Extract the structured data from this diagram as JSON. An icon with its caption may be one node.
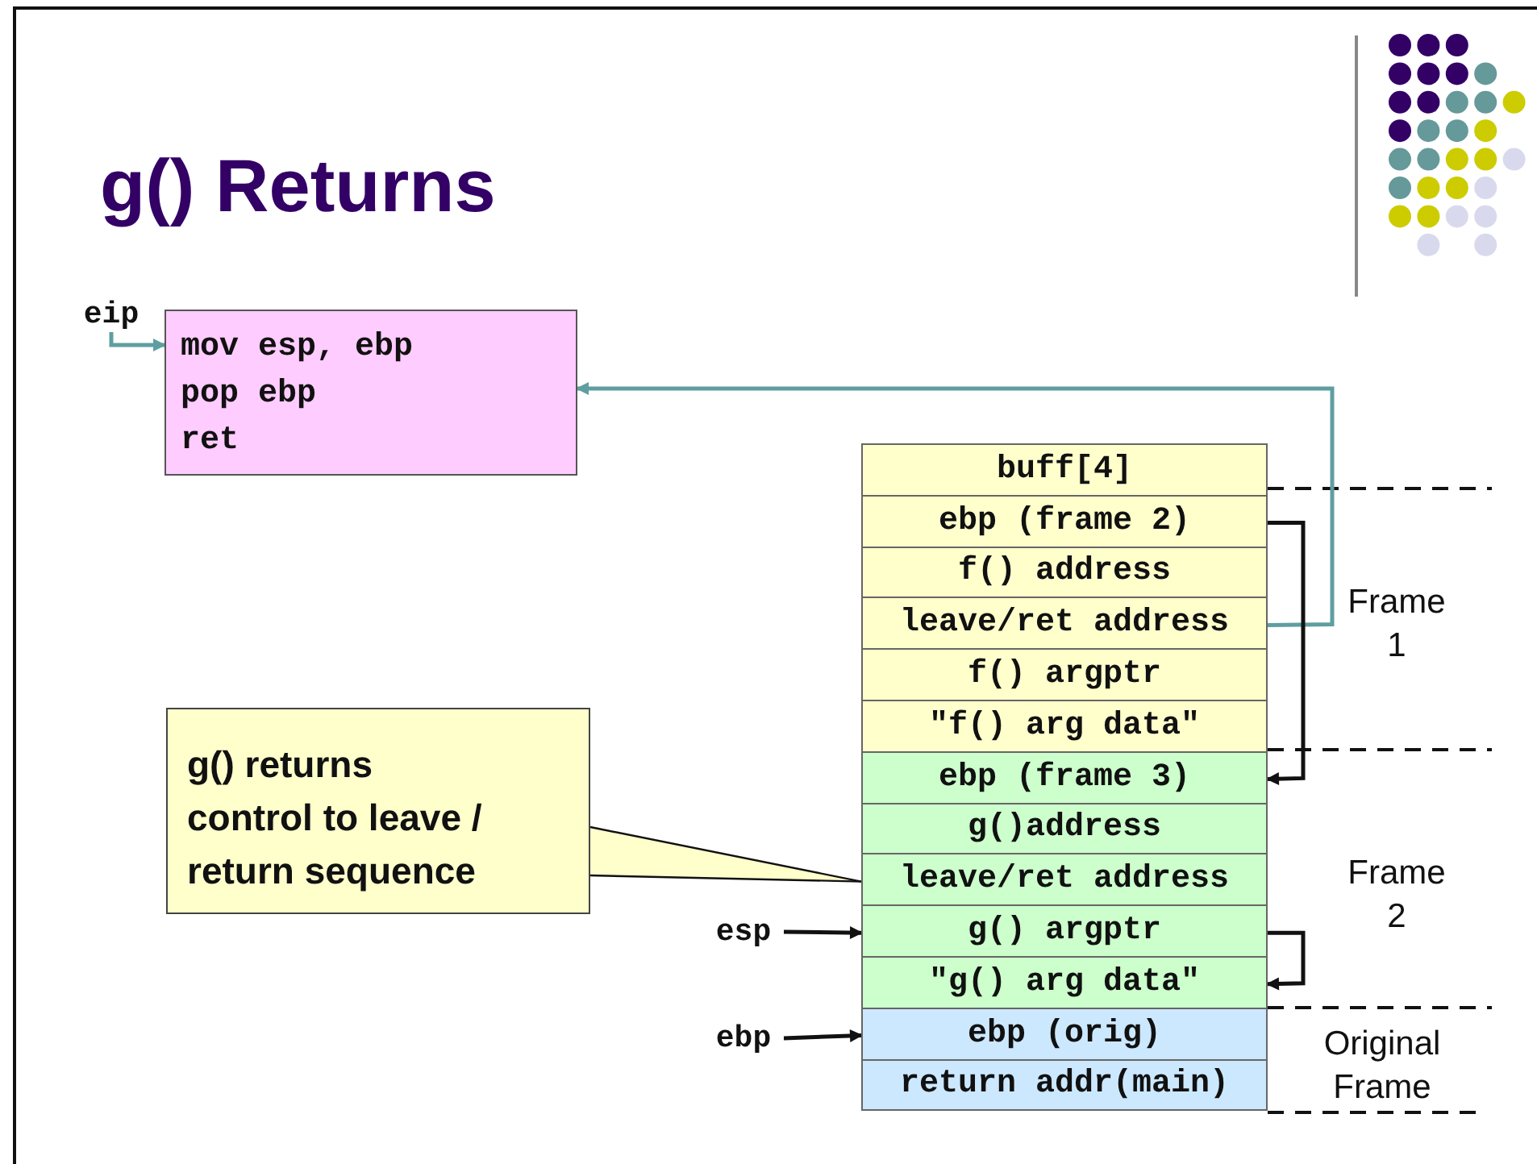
{
  "diagram": {
    "title": "g() Returns",
    "nodes": [
      {
        "text": [
          "eip"
        ]
      },
      {
        "text": [
          "mov esp, ebp",
          "pop ebp",
          "ret"
        ]
      },
      {
        "text": [
          "buff[4]"
        ]
      },
      {
        "text": [
          "ebp (frame 2)"
        ]
      },
      {
        "text": [
          "f() address"
        ]
      },
      {
        "text": [
          "leave/ret address"
        ]
      },
      {
        "text": [
          "f() argptr"
        ]
      },
      {
        "text": [
          "\"f() arg data\""
        ]
      },
      {
        "text": [
          "ebp (frame 3)"
        ]
      },
      {
        "text": [
          "g()address"
        ]
      },
      {
        "text": [
          "leave/ret address"
        ]
      },
      {
        "text": [
          "g() argptr"
        ]
      },
      {
        "text": [
          "\"g() arg data\""
        ]
      },
      {
        "text": [
          "ebp (orig)"
        ]
      },
      {
        "text": [
          "return addr(main)"
        ]
      },
      {
        "text": [
          "g() returns control to leave / return sequence"
        ]
      },
      {
        "text": [
          "esp"
        ]
      },
      {
        "text": [
          "ebp"
        ]
      }
    ],
    "edges": [
      {
        "from": 0,
        "to": 1,
        "arrow": "to",
        "color": "#5f9ea0"
      },
      {
        "from": 5,
        "to": 1,
        "arrow": "to",
        "color": "#5f9ea0"
      },
      {
        "from": 3,
        "to": 8,
        "arrow": "to"
      },
      {
        "from": 11,
        "to": 12,
        "arrow": "to"
      },
      {
        "from": 16,
        "to": 11,
        "arrow": "to"
      },
      {
        "from": 17,
        "to": 13,
        "arrow": "to"
      },
      {
        "from": 15,
        "to": 10,
        "arrow": "none"
      }
    ],
    "labels": [
      "Frame 1",
      "Frame 2",
      "Original Frame"
    ]
  }
}
